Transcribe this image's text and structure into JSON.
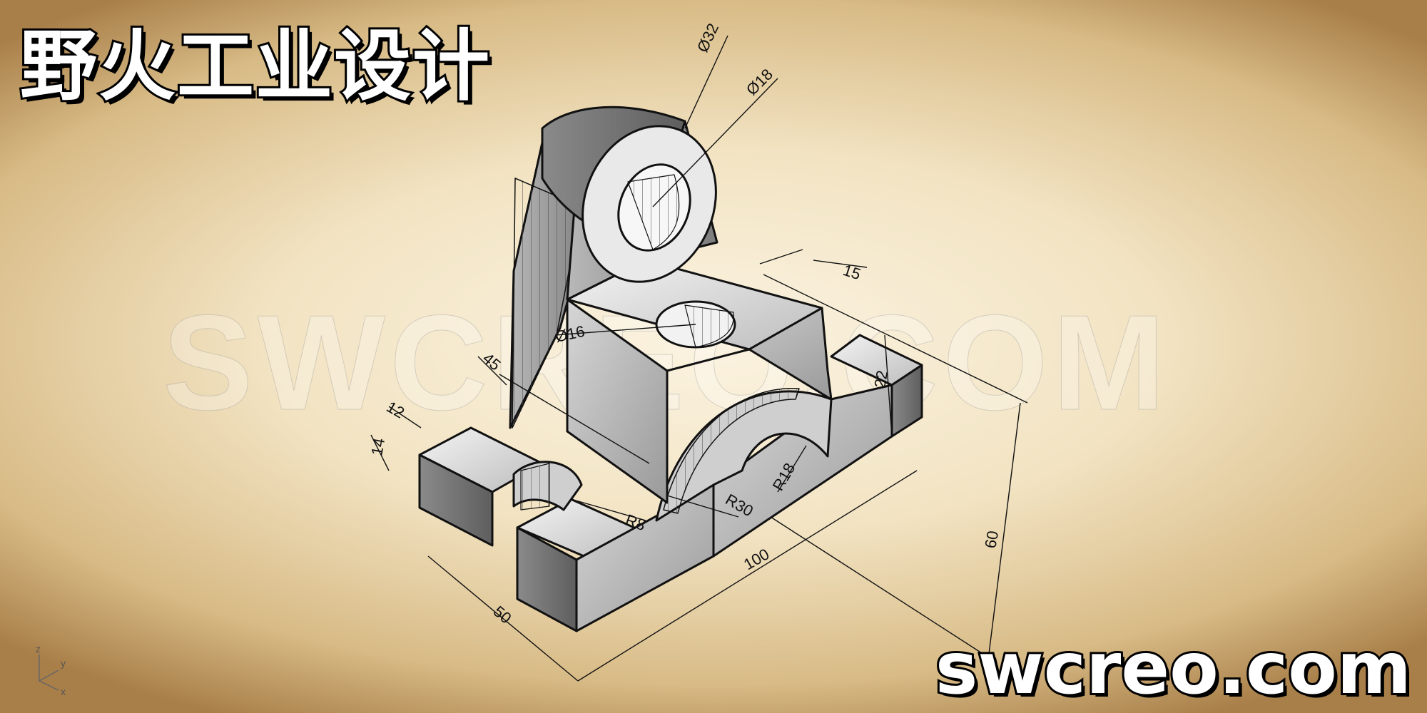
{
  "header": {
    "title": "野火工业设计"
  },
  "footer": {
    "site": "swcreo.com"
  },
  "watermark": {
    "text": "SWCREO.COM"
  },
  "dimensions": {
    "d32": "Ø32",
    "d18": "Ø18",
    "d16": "Ø16",
    "d15": "15",
    "d45": "45",
    "d12": "12",
    "d14": "14",
    "d22": "22",
    "r8": "R8",
    "r30": "R30",
    "r18": "R18",
    "d60": "60",
    "d100": "100",
    "d50": "50"
  },
  "axes": {
    "z": "z",
    "y": "y",
    "x": "x"
  },
  "colors": {
    "ink": "#111111",
    "metal_light": "#e4e4e4",
    "metal_mid": "#a9a9a9",
    "metal_dark": "#6b6b6b"
  }
}
